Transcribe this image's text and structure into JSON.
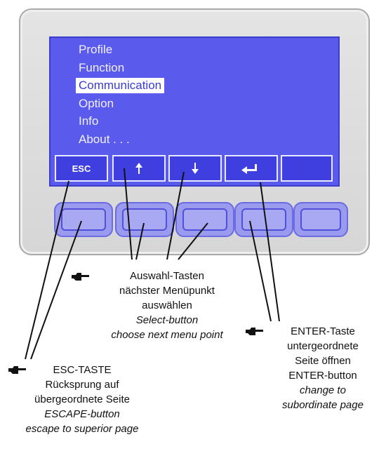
{
  "menu": {
    "items": [
      "Profile",
      "Function",
      "Communication",
      "Option",
      "Info",
      "About . . ."
    ],
    "selected_index": 2
  },
  "softkeys": {
    "esc_label": "ESC",
    "up_icon": "arrow-up-icon",
    "down_icon": "arrow-down-icon",
    "enter_icon": "enter-return-icon",
    "blank_icon": ""
  },
  "callouts": {
    "select": {
      "title": "Auswahl-Tasten",
      "line1": "nächster Menüpunkt",
      "line2": "auswählen",
      "line3": "Select-button",
      "line4": "choose next menu point"
    },
    "enter": {
      "title": "ENTER-Taste",
      "line1": "untergeordnete",
      "line2": "Seite öffnen",
      "line3": "ENTER-button",
      "line4": "change to",
      "line5": "subordinate page"
    },
    "esc": {
      "title": "ESC-TASTE",
      "line1": "Rücksprung auf",
      "line2": "übergeordnete Seite",
      "line3": "ESCAPE-button",
      "line4": "escape to superior page"
    }
  },
  "colors": {
    "screen": "#5a5aec",
    "softkey": "#3f3fdf",
    "hardkey": "#9a9aef",
    "device": "#dcdcdc"
  }
}
